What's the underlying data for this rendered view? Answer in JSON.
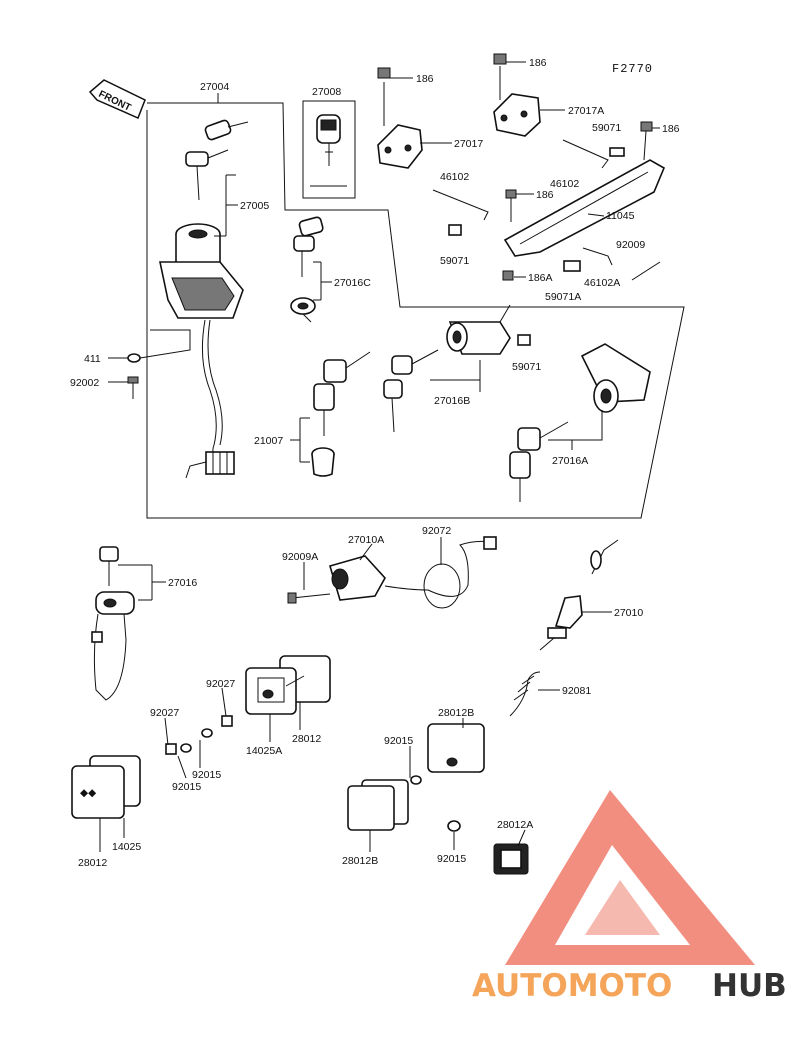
{
  "figure_code": "F2770",
  "front_label": "FRONT",
  "watermark": {
    "part1": "AUTOMOTO",
    "part2": "HUB",
    "color_accent": "#f07a6a",
    "color_light": "#f6b9b0",
    "color_orange": "#f5a55a",
    "color_dark": "#333333"
  },
  "labels": {
    "p27004": "27004",
    "p27008": "27008",
    "p186_a": "186",
    "p186_b": "186",
    "p186_c": "186",
    "p186_d": "186",
    "p186A": "186A",
    "p27017": "27017",
    "p27017A": "27017A",
    "p59071_a": "59071",
    "p59071_b": "59071",
    "p59071_c": "59071",
    "p59071A": "59071A",
    "p46102_a": "46102",
    "p46102_b": "46102",
    "p46102A": "46102A",
    "p11045": "11045",
    "p92009": "92009",
    "p27005": "27005",
    "p27016C": "27016C",
    "p411": "411",
    "p92002": "92002",
    "p27016B": "27016B",
    "p21007": "21007",
    "p27016A": "27016A",
    "p27016": "27016",
    "p92009A": "92009A",
    "p27010A": "27010A",
    "p92072": "92072",
    "p27010": "27010",
    "p92081": "92081",
    "p92027_a": "92027",
    "p92027_b": "92027",
    "p28012_a": "28012",
    "p28012_b": "28012",
    "p14025A": "14025A",
    "p14025": "14025",
    "p92015_a": "92015",
    "p92015_b": "92015",
    "p92015_c": "92015",
    "p92015_d": "92015",
    "p28012B_a": "28012B",
    "p28012B_b": "28012B",
    "p28012A": "28012A"
  }
}
